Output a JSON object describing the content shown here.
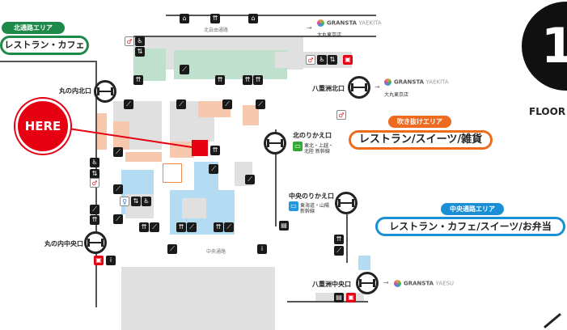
{
  "floor": {
    "number": "1",
    "label": "FLOOR"
  },
  "here": {
    "label": "HERE",
    "color": "#e60012"
  },
  "areas": {
    "north": {
      "tag": "北通路エリア",
      "title": "レストラン・カフェ",
      "color": "#1e8a4a"
    },
    "atrium": {
      "tag": "吹き抜けエリア",
      "title": "レストラン/スイーツ/雑貨",
      "color": "#ee6a1e"
    },
    "central": {
      "tag": "中央通路エリア",
      "title": "レストラン・カフェ/スイーツ/お弁当",
      "color": "#1b8fd6"
    }
  },
  "passages": {
    "north_free": "北自由通路",
    "central": "中央通路"
  },
  "gates": {
    "marunouchi_north": "丸の内北口",
    "marunouchi_central": "丸の内中央口",
    "yaesu_north": "八重洲北口",
    "yaesu_central": "八重洲中央口",
    "north_transfer": "北のりかえ口",
    "central_transfer": "中央のりかえ口"
  },
  "transfer_lines": {
    "north": "東北・上越・北陸 新幹線",
    "central": "東海道・山陽 新幹線"
  },
  "links": {
    "gransta_yaesu_1": {
      "name": "GRANSTA",
      "sub": "YAEKITA",
      "store": "大丸東京店"
    },
    "gransta_yaesu_2": {
      "name": "GRANSTA",
      "sub": "YAEKITA",
      "store": "大丸東京店"
    },
    "gransta_central": {
      "name": "GRANSTA",
      "sub": "YAESU"
    },
    "arrow": "→"
  }
}
